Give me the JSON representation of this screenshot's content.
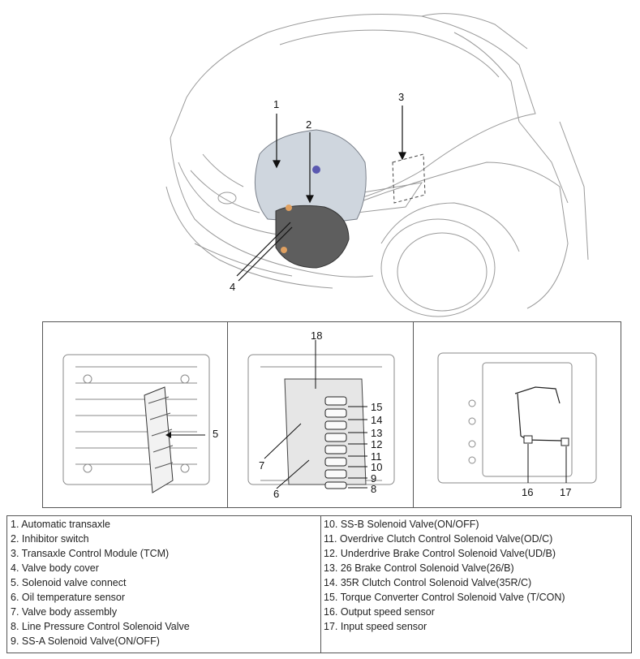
{
  "main_callouts": [
    {
      "id": "c1",
      "text": "1"
    },
    {
      "id": "c2",
      "text": "2"
    },
    {
      "id": "c3",
      "text": "3"
    },
    {
      "id": "c4",
      "text": "4"
    }
  ],
  "panel_callouts": [
    {
      "id": "c5",
      "text": "5"
    },
    {
      "id": "c6",
      "text": "6"
    },
    {
      "id": "c7",
      "text": "7"
    },
    {
      "id": "c8",
      "text": "8"
    },
    {
      "id": "c9",
      "text": "9"
    },
    {
      "id": "c10",
      "text": "10"
    },
    {
      "id": "c11",
      "text": "11"
    },
    {
      "id": "c12",
      "text": "12"
    },
    {
      "id": "c13",
      "text": "13"
    },
    {
      "id": "c14",
      "text": "14"
    },
    {
      "id": "c15",
      "text": "15"
    },
    {
      "id": "c16",
      "text": "16"
    },
    {
      "id": "c17",
      "text": "17"
    },
    {
      "id": "c18",
      "text": "18"
    }
  ],
  "legend_left": [
    "1. Automatic transaxle",
    "2. Inhibitor switch",
    "3. Transaxle Control Module (TCM)",
    "4. Valve body cover",
    "5. Solenoid valve connect",
    "6. Oil temperature sensor",
    "7. Valve body assembly",
    "8. Line Pressure Control Solenoid Valve",
    "9. SS-A Solenoid Valve(ON/OFF)"
  ],
  "legend_right": [
    "10. SS-B Solenoid Valve(ON/OFF)",
    "11. Overdrive Clutch Control Solenoid Valve(OD/C)",
    "12. Underdrive Brake Control Solenoid Valve(UD/B)",
    "13. 26 Brake Control Solenoid Valve(26/B)",
    "14. 35R Clutch Control Solenoid Valve(35R/C)",
    "15. Torque Converter Control Solenoid Valve (T/CON)",
    "16. Output speed sensor",
    "17. Input speed sensor"
  ]
}
